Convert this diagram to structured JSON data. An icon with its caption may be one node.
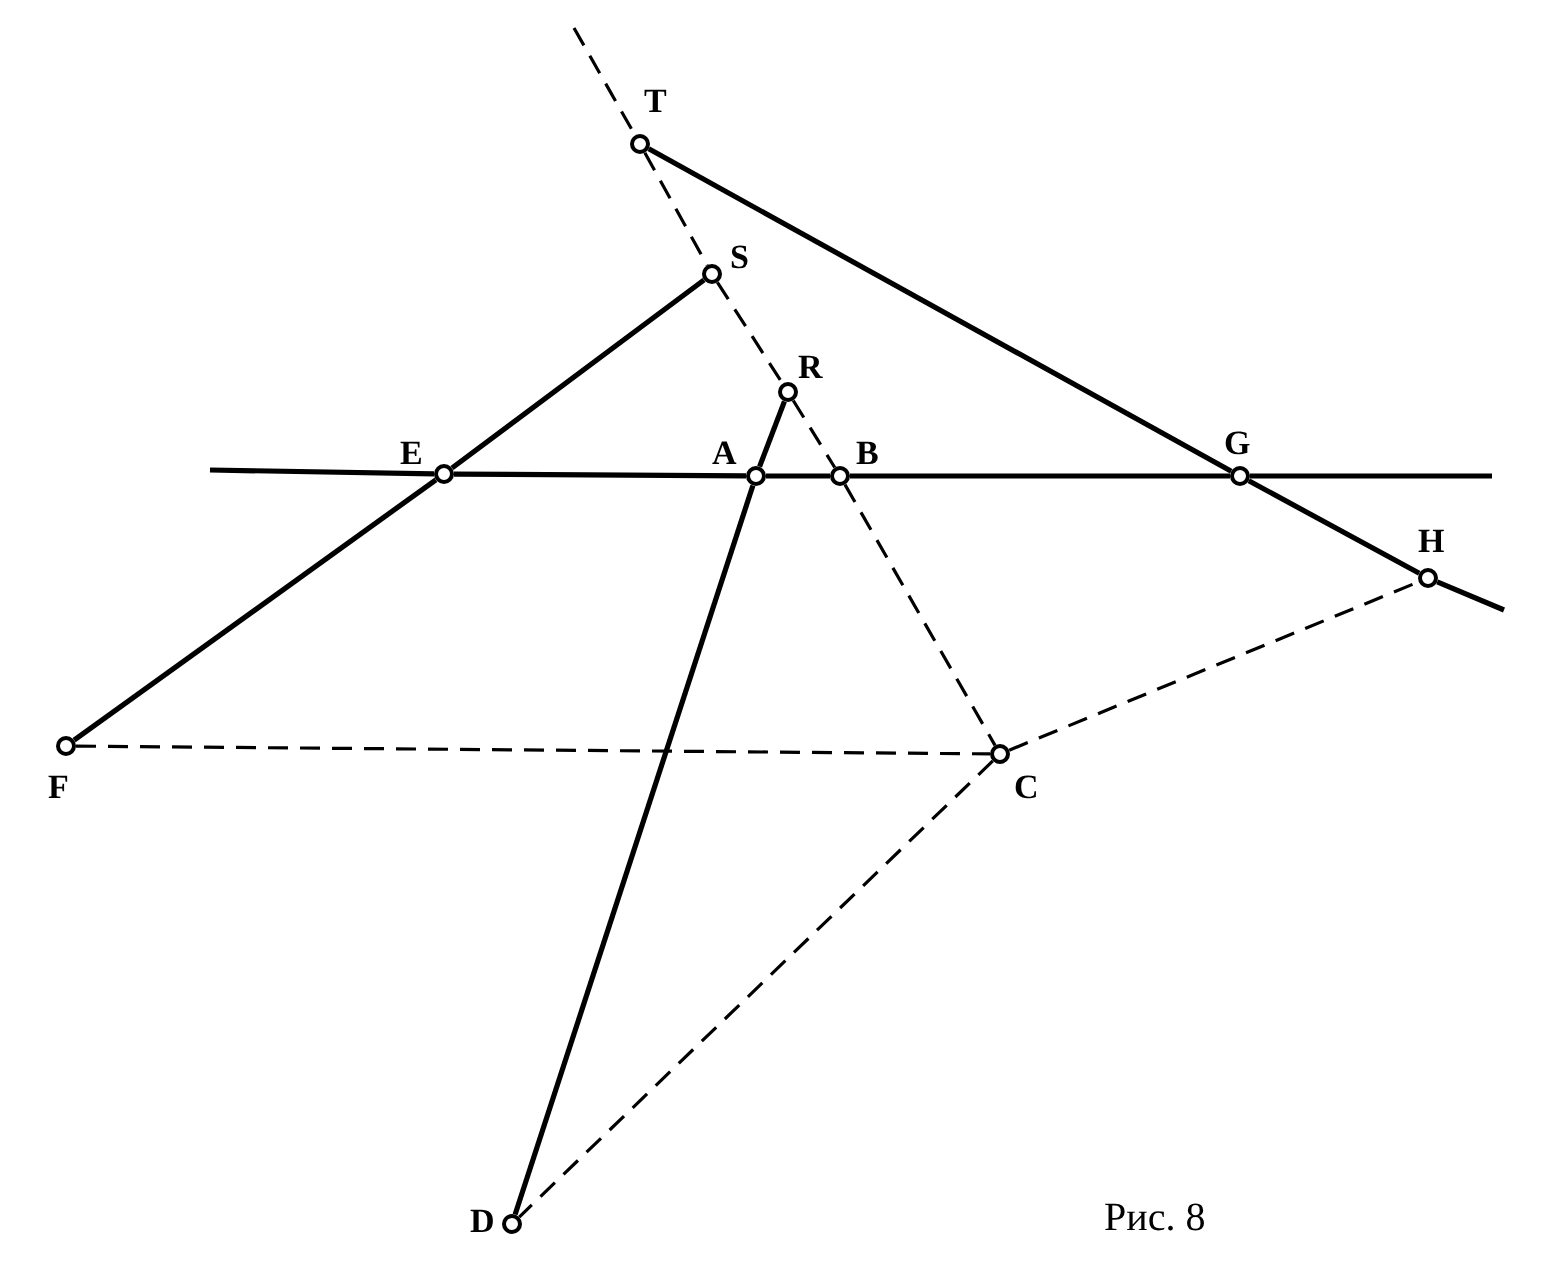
{
  "diagram": {
    "caption": "Рис. 8",
    "nodes": [
      {
        "text": [
          "T"
        ]
      },
      {
        "text": [
          "S"
        ]
      },
      {
        "text": [
          "R"
        ]
      },
      {
        "text": [
          "E"
        ]
      },
      {
        "text": [
          "A"
        ]
      },
      {
        "text": [
          "B"
        ]
      },
      {
        "text": [
          "G"
        ]
      },
      {
        "text": [
          "H"
        ]
      },
      {
        "text": [
          "F"
        ]
      },
      {
        "text": [
          "C"
        ]
      },
      {
        "text": [
          "D"
        ]
      }
    ],
    "edges": [
      {
        "from": null,
        "to": 0,
        "arrow": "none",
        "style": "dashed"
      },
      {
        "from": 0,
        "to": 1,
        "arrow": "none",
        "style": "dashed"
      },
      {
        "from": 1,
        "to": 2,
        "arrow": "none",
        "style": "dashed"
      },
      {
        "from": 2,
        "to": 5,
        "arrow": "none",
        "style": "dashed"
      },
      {
        "from": 5,
        "to": 9,
        "arrow": "none",
        "style": "dashed"
      },
      {
        "from": 0,
        "to": 6,
        "arrow": "none"
      },
      {
        "from": 6,
        "to": 7,
        "arrow": "none"
      },
      {
        "from": 7,
        "to": null,
        "arrow": "none"
      },
      {
        "from": 1,
        "to": 3,
        "arrow": "none"
      },
      {
        "from": 3,
        "to": 8,
        "arrow": "none"
      },
      {
        "from": null,
        "to": 3,
        "arrow": "none"
      },
      {
        "from": 3,
        "to": 4,
        "arrow": "none"
      },
      {
        "from": 4,
        "to": 5,
        "arrow": "none"
      },
      {
        "from": 5,
        "to": 6,
        "arrow": "none"
      },
      {
        "from": 6,
        "to": null,
        "arrow": "none"
      },
      {
        "from": 2,
        "to": 4,
        "arrow": "none"
      },
      {
        "from": 4,
        "to": 10,
        "arrow": "none"
      },
      {
        "from": 8,
        "to": 9,
        "arrow": "none",
        "style": "dashed"
      },
      {
        "from": 9,
        "to": 7,
        "arrow": "none",
        "style": "dashed"
      },
      {
        "from": 9,
        "to": 10,
        "arrow": "none",
        "style": "dashed"
      }
    ]
  }
}
